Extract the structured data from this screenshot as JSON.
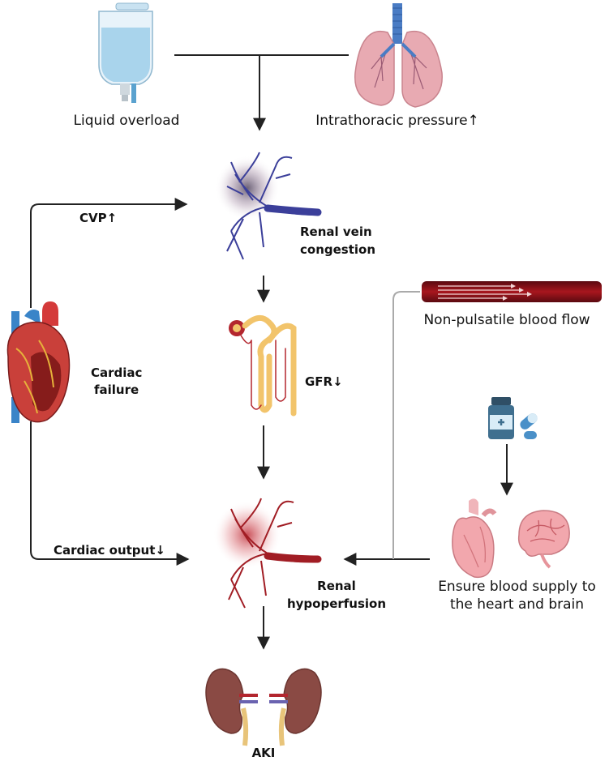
{
  "diagram": {
    "nodes": {
      "liquid_overload": "Liquid overload",
      "intrathoracic_pressure": "Intrathoracic pressure↑",
      "cvp": "CVP↑",
      "renal_vein_congestion_line1": "Renal vein",
      "renal_vein_congestion_line2": "congestion",
      "non_pulsatile": "Non-pulsatile blood flow",
      "cardiac_failure_line1": "Cardiac",
      "cardiac_failure_line2": "failure",
      "gfr": "GFR↓",
      "ensure_supply_line1": "Ensure blood supply to",
      "ensure_supply_line2": "the heart and brain",
      "cardiac_output": "Cardiac output↓",
      "renal_hypoperfusion_line1": "Renal",
      "renal_hypoperfusion_line2": "hypoperfusion",
      "aki": "AKI"
    },
    "icons": [
      "iv-bag-icon",
      "lungs-icon",
      "kidney-vein-icon",
      "heart-icon",
      "vessel-icon",
      "nephron-icon",
      "medication-icon",
      "kidney-artery-icon",
      "heart-brain-icon",
      "kidneys-icon"
    ],
    "colors": {
      "arrow": "#222222",
      "vein_blue": "#3b3f9a",
      "artery_red": "#b3262e",
      "lung_pink": "#e8aab2",
      "iv_blue": "#a9d4ec",
      "nephron_yellow": "#f2c46b",
      "kidney_brown": "#8a4a44",
      "medication_blue": "#3f6f8f"
    }
  }
}
